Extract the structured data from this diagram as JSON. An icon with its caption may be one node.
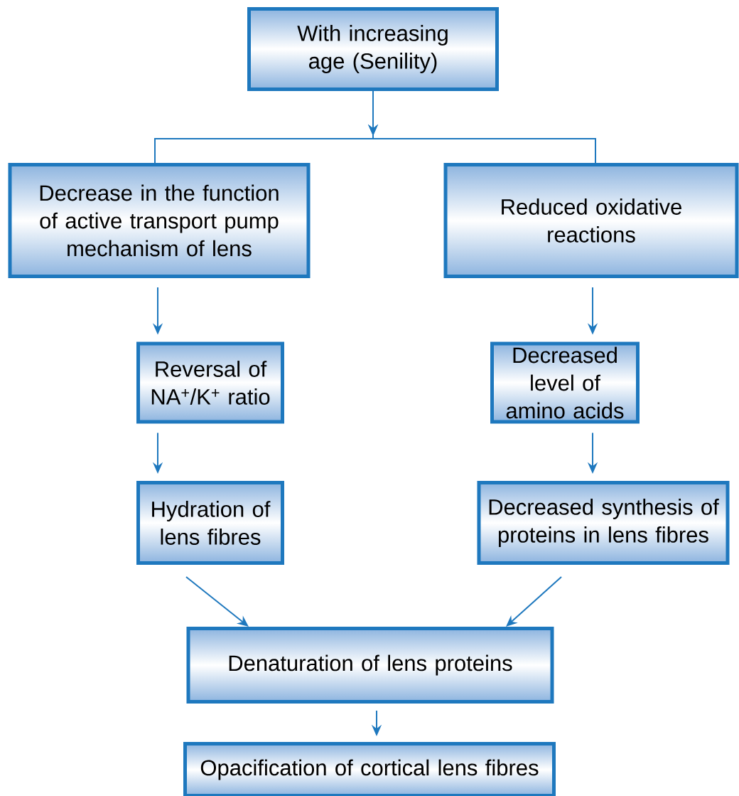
{
  "diagram": {
    "nodes": [
      {
        "text": [
          "With increasing age (Senility)"
        ]
      },
      {
        "text": [
          "Decrease in the function of active transport pump mechanism of lens"
        ]
      },
      {
        "text": [
          "Reduced oxidative reactions"
        ]
      },
      {
        "text": [
          "Reversal of NA$^{+}$/K$^{+}$ ratio"
        ]
      },
      {
        "text": [
          "Decreased level of amino acids"
        ]
      },
      {
        "text": [
          "Hydration of lens fibres"
        ]
      },
      {
        "text": [
          "Decreased synthesis of proteins in lens fibres"
        ]
      },
      {
        "text": [
          "Denaturation of lens proteins"
        ]
      },
      {
        "text": [
          "Opacification of cortical lens fibres"
        ]
      }
    ],
    "edges": [
      {
        "from": 0,
        "to": 1,
        "arrow": "to"
      },
      {
        "from": 0,
        "to": 2,
        "arrow": "to"
      },
      {
        "from": 1,
        "to": 3,
        "arrow": "to"
      },
      {
        "from": 2,
        "to": 4,
        "arrow": "to"
      },
      {
        "from": 3,
        "to": 5,
        "arrow": "to"
      },
      {
        "from": 4,
        "to": 6,
        "arrow": "to"
      },
      {
        "from": 5,
        "to": 7,
        "arrow": "to"
      },
      {
        "from": 6,
        "to": 7,
        "arrow": "to"
      },
      {
        "from": 7,
        "to": 8,
        "arrow": "to"
      }
    ]
  }
}
